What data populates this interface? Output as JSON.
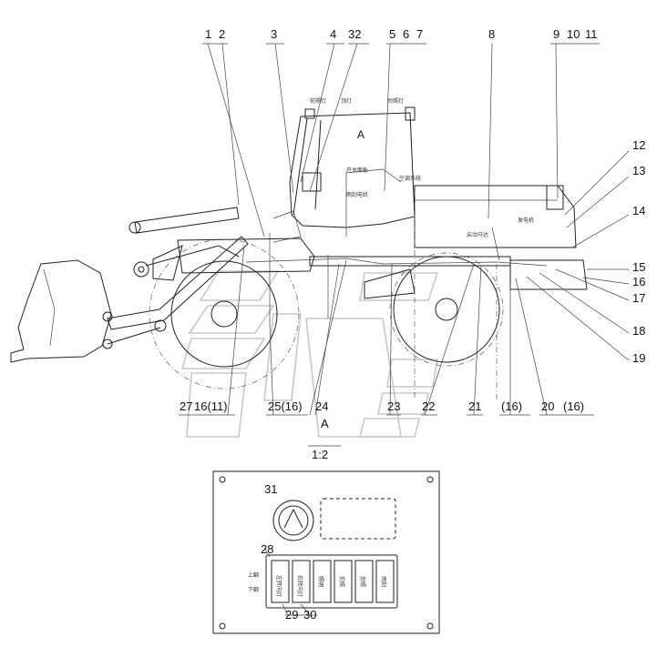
{
  "callouts_top": [
    "1",
    "2",
    "3",
    "4",
    "32",
    "5",
    "6",
    "7",
    "8",
    "9",
    "10",
    "11"
  ],
  "callouts_right": [
    "12",
    "13",
    "14",
    "15",
    "16",
    "17",
    "18",
    "19"
  ],
  "callouts_bottom": [
    "27",
    "16(11)",
    "25(16)",
    "24",
    "23",
    "22",
    "21",
    "(16)",
    "20",
    "(16)"
  ],
  "section": {
    "label": "A",
    "scale": "1:2"
  },
  "cab_notes": {
    "left_light": "前照灯",
    "top_light": "顶灯",
    "right_light": "后照灯",
    "switch_panel": "开关面板",
    "wiper": "雨刮电机",
    "ac": "空调系统",
    "section_mark": "A"
  },
  "engine_notes": {
    "generator": "发电机",
    "starter": "启动马达"
  },
  "panel": {
    "callouts": [
      "31",
      "28",
      "29",
      "30"
    ],
    "row_labels": [
      "上翻",
      "下翻"
    ],
    "switch_texts": [
      "左转向灯",
      "右转向灯",
      "照明",
      "前照",
      "后照",
      "雨刮"
    ]
  }
}
